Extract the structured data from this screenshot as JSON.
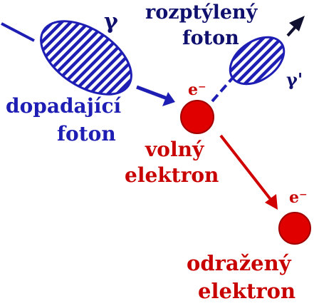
{
  "labels": {
    "gamma_in": "γ",
    "scattered_line1": "rozptýlený",
    "scattered_line2": "foton",
    "gamma_out": "γ'",
    "incident_line1": "dopadající",
    "incident_line2": "foton",
    "electron_sym_top": "e⁻",
    "free_line1": "volný",
    "free_line2": "elektron",
    "electron_sym_bottom": "e⁻",
    "recoil_line1": "odražený",
    "recoil_line2": "elektron"
  },
  "colors": {
    "photon_blue": "#1e1eb4",
    "label_navy": "#10106e",
    "electron_red": "#e00000",
    "label_red": "#c80000",
    "arrow_black": "#101030"
  }
}
